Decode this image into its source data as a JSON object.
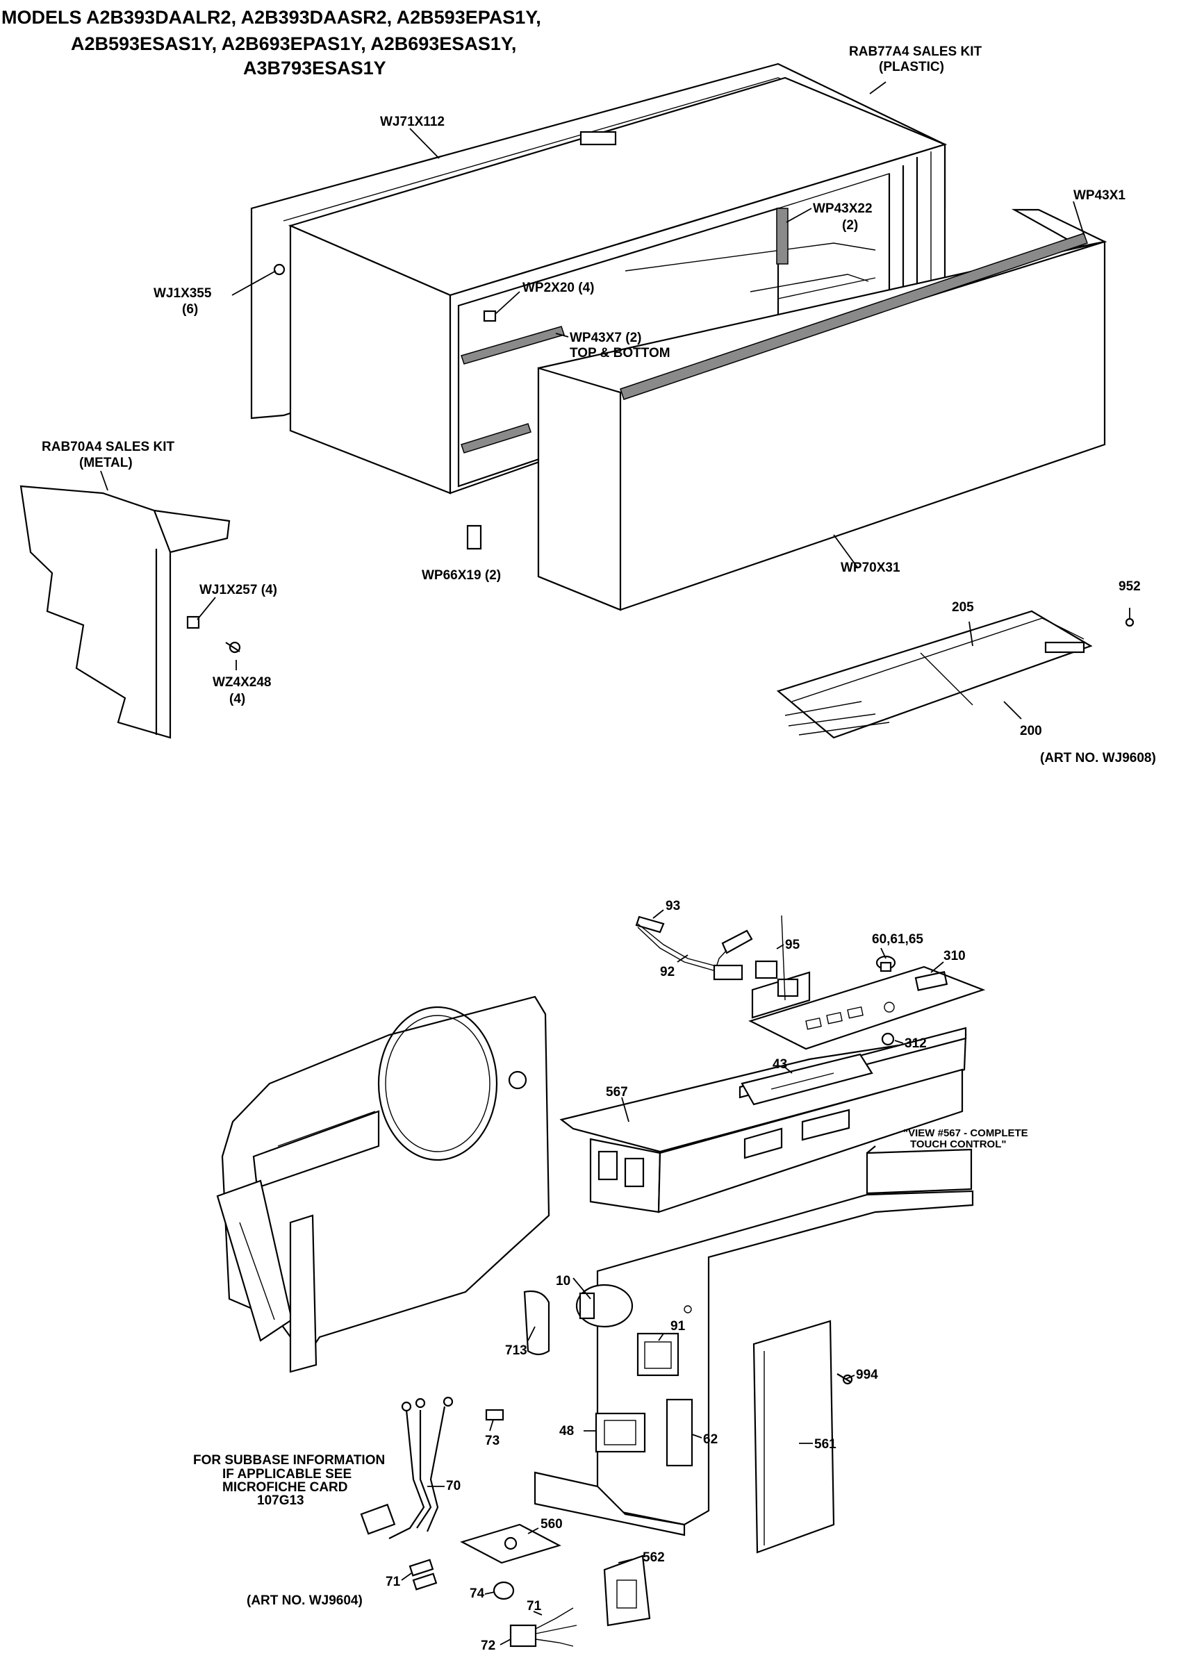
{
  "title": {
    "line1": "MODELS A2B393DAALR2, A2B393DAASR2, A2B593EPAS1Y,",
    "line2": "A2B593ESAS1Y, A2B693EPAS1Y, A2B693ESAS1Y,",
    "line3": "A3B793ESAS1Y"
  },
  "top_section": {
    "labels": {
      "sales_kit_plastic_1": "RAB77A4 SALES KIT",
      "sales_kit_plastic_2": "(PLASTIC)",
      "wj71x112": "WJ71X112",
      "wp43x1": "WP43X1",
      "wp43x22_1": "WP43X22",
      "wp43x22_2": "(2)",
      "wj1x355_1": "WJ1X355",
      "wj1x355_2": "(6)",
      "wp2x20": "WP2X20 (4)",
      "wp43x7_1": "WP43X7 (2)",
      "wp43x7_2": "TOP & BOTTOM",
      "sales_kit_metal_1": "RAB70A4 SALES KIT",
      "sales_kit_metal_2": "(METAL)",
      "wj1x257": "WJ1X257 (4)",
      "wz4x248_1": "WZ4X248",
      "wz4x248_2": "(4)",
      "wp66x19": "WP66X19 (2)",
      "wp70x31": "WP70X31",
      "n952": "952",
      "n205": "205",
      "n200": "200"
    },
    "art_no": "(ART NO. WJ9608)"
  },
  "bottom_section": {
    "labels": {
      "n93": "93",
      "n95": "95",
      "n92": "92",
      "n60": "60,61,65",
      "n310": "310",
      "n312": "312",
      "n43": "43",
      "n567": "567",
      "view_note_1": "\"VIEW #567 - COMPLETE",
      "view_note_2": "TOUCH CONTROL\"",
      "n10": "10",
      "n91": "91",
      "n713": "713",
      "n994": "994",
      "n73": "73",
      "n48": "48",
      "n62": "62",
      "n561": "561",
      "n70": "70",
      "n560": "560",
      "n71a": "71",
      "n74": "74",
      "n71b": "71",
      "n562": "562",
      "n72": "72",
      "subbase_1": "FOR SUBBASE INFORMATION",
      "subbase_2": "IF APPLICABLE SEE",
      "subbase_3": "MICROFICHE CARD",
      "subbase_4": "107G13"
    },
    "art_no": "(ART NO. WJ9604)"
  }
}
